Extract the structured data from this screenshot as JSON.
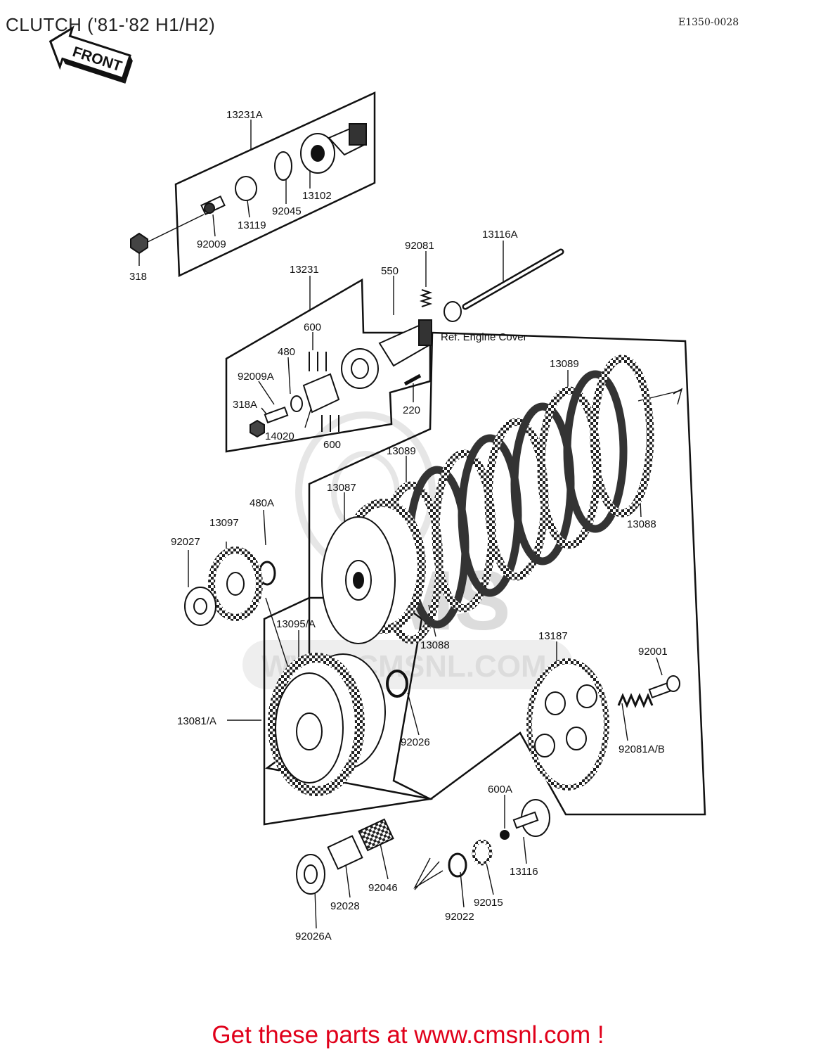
{
  "page": {
    "title": "CLUTCH ('81-'82 H1/H2)",
    "diagram_code": "E1350-0028",
    "footer": "Get these parts at www.cmsnl.com !",
    "footer_color": "#e0001a"
  },
  "front_arrow": {
    "label": "FRONT"
  },
  "watermark": {
    "brand": "CMS",
    "url": "WWW.CMSNL.COM"
  },
  "parts": [
    {
      "id": "p13231A",
      "label": "13231A"
    },
    {
      "id": "p13102",
      "label": "13102"
    },
    {
      "id": "p92045",
      "label": "92045"
    },
    {
      "id": "p13119",
      "label": "13119"
    },
    {
      "id": "p92009",
      "label": "92009"
    },
    {
      "id": "p318",
      "label": "318"
    },
    {
      "id": "p13231",
      "label": "13231"
    },
    {
      "id": "p550",
      "label": "550"
    },
    {
      "id": "p92081",
      "label": "92081"
    },
    {
      "id": "p13116A",
      "label": "13116A"
    },
    {
      "id": "pEngineCover",
      "label": "Ref.  Engine Cover"
    },
    {
      "id": "p600a",
      "label": "600"
    },
    {
      "id": "p480",
      "label": "480"
    },
    {
      "id": "p92009A",
      "label": "92009A"
    },
    {
      "id": "p318A",
      "label": "318A"
    },
    {
      "id": "p14020",
      "label": "14020"
    },
    {
      "id": "p600b",
      "label": "600"
    },
    {
      "id": "p220",
      "label": "220"
    },
    {
      "id": "p13089a",
      "label": "13089"
    },
    {
      "id": "p13089b",
      "label": "13089"
    },
    {
      "id": "p13088a",
      "label": "13088"
    },
    {
      "id": "p13087",
      "label": "13087"
    },
    {
      "id": "p480A",
      "label": "480A"
    },
    {
      "id": "p13097",
      "label": "13097"
    },
    {
      "id": "p92027",
      "label": "92027"
    },
    {
      "id": "p13088b",
      "label": "13088"
    },
    {
      "id": "p13095A",
      "label": "13095/A"
    },
    {
      "id": "p13187",
      "label": "13187"
    },
    {
      "id": "p92001",
      "label": "92001"
    },
    {
      "id": "p13081A",
      "label": "13081/A"
    },
    {
      "id": "p92026",
      "label": "92026"
    },
    {
      "id": "p92081AB",
      "label": "92081A/B"
    },
    {
      "id": "p600A",
      "label": "600A"
    },
    {
      "id": "p13116",
      "label": "13116"
    },
    {
      "id": "p92046",
      "label": "92046"
    },
    {
      "id": "p92015",
      "label": "92015"
    },
    {
      "id": "p92028",
      "label": "92028"
    },
    {
      "id": "p92022",
      "label": "92022"
    },
    {
      "id": "p92026A",
      "label": "92026A"
    }
  ]
}
